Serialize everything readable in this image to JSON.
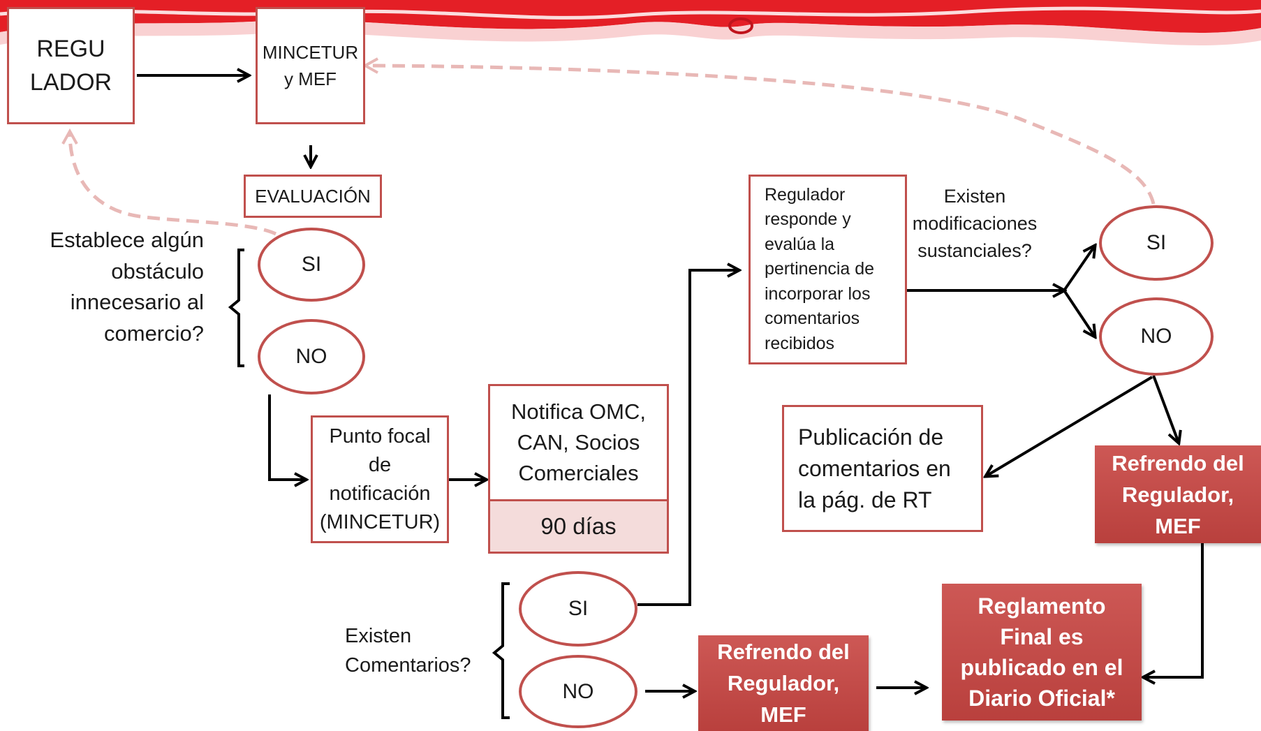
{
  "colors": {
    "box_border": "#c0504d",
    "banner_red": "#e41f26",
    "feedback_arrow": "#e8b8b6",
    "filled_box": "#c0504d",
    "duration_fill": "#f4dcdb"
  },
  "nodes": {
    "regulador": "REGU LADOR",
    "mincetur_mef": "MINCETUR y MEF",
    "evaluacion": "EVALUACIÓN",
    "si_1": "SI",
    "no_1": "NO",
    "punto_focal": "Punto focal de notificación (MINCETUR)",
    "notifica": "Notifica OMC, CAN, Socios Comerciales",
    "dias": "90 días",
    "si_2": "SI",
    "no_2": "NO",
    "refrendo_1": "Refrendo del Regulador, MEF",
    "regulador_responde": "Regulador responde y evalúa la pertinencia de incorporar los comentarios recibidos",
    "si_3": "SI",
    "no_3": "NO",
    "publicacion": "Publicación de comentarios en la pág. de RT",
    "refrendo_2": "Refrendo del Regulador, MEF",
    "reglamento_final": "Reglamento Final es publicado en el Diario Oficial*"
  },
  "questions": {
    "obstaculo": "Establece algún obstáculo innecesario al comercio?",
    "comentarios": "Existen Comentarios?",
    "modificaciones": "Existen modificaciones sustanciales?"
  }
}
